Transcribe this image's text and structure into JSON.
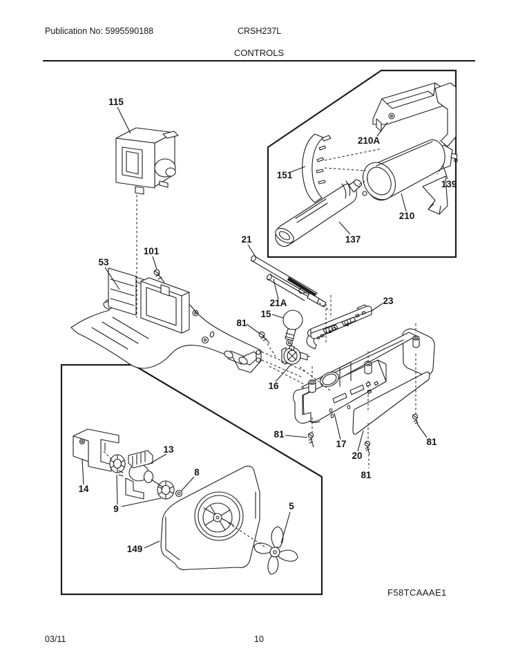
{
  "page": {
    "publication_no": "Publication No: 5995590188",
    "model": "CRSH237L",
    "section_title": "CONTROLS",
    "footer_date": "03/11",
    "footer_page": "10",
    "diagram_code": "F58TCAAAE1"
  },
  "colors": {
    "line": "#1c1c1c",
    "background": "#ffffff"
  },
  "parts": {
    "damper_115": "115",
    "screw_101": "101",
    "duct_53": "53",
    "tube_21": "21",
    "tube_21a": "21A",
    "bulb_15": "15",
    "screw_81_a": "81",
    "board_23": "23",
    "socket_16": "16",
    "screw_81_b": "81",
    "console_17": "17",
    "panel_20": "20",
    "screw_81_c": "81",
    "screw_81_d": "81",
    "grille_151": "151",
    "cover_210a": "210A",
    "bracket_139": "139",
    "housing_210": "210",
    "filter_137": "137",
    "bracket_14": "14",
    "grommets_9": "9",
    "motor_13": "13",
    "washer_8": "8",
    "shroud_149": "149",
    "fan_5": "5"
  }
}
